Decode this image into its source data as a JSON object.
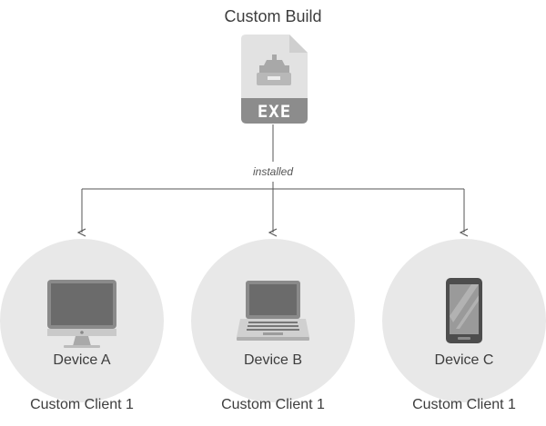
{
  "diagram": {
    "title": "Custom Build",
    "file_badge": "EXE",
    "edge_label": "installed",
    "devices": [
      {
        "name": "Device A",
        "client": "Custom Client 1",
        "icon": "desktop-monitor-icon"
      },
      {
        "name": "Device B",
        "client": "Custom Client 1",
        "icon": "laptop-icon"
      },
      {
        "name": "Device C",
        "client": "Custom Client 1",
        "icon": "smartphone-icon"
      }
    ],
    "colors": {
      "circle": "#e8e8e8",
      "line": "#555555",
      "file": "#e2e2e2",
      "badge": "#8c8c8c"
    }
  }
}
